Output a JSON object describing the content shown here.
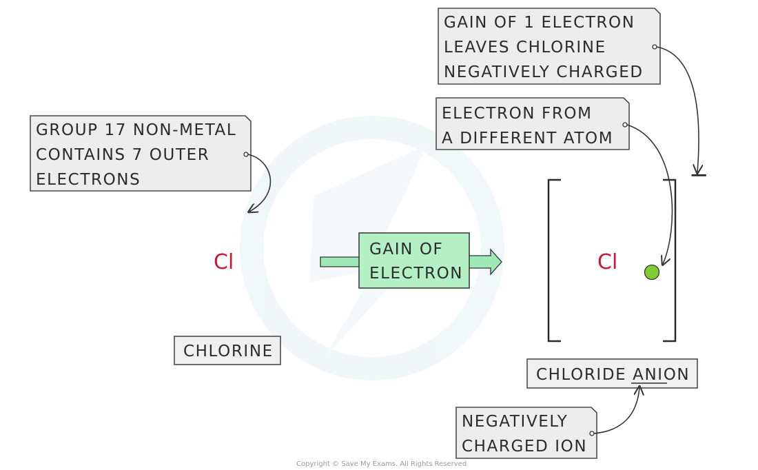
{
  "watermark": {
    "color": "#e9f1f6"
  },
  "atom_left": {
    "symbol": "Cl",
    "label": "CHLORINE",
    "note_lines": [
      "GROUP 17 NON-METAL",
      "CONTAINS 7 OUTER",
      "ELECTRONS"
    ],
    "outer_electrons": 7
  },
  "process": {
    "lines": [
      "GAIN OF",
      "ELECTRON"
    ],
    "fill_color": "#b4f0c4",
    "arrow_color": "#9ee9b6"
  },
  "ion_right": {
    "symbol": "Cl",
    "charge": "−",
    "label": "CHLORIDE ANION",
    "label_underlined": "ANION",
    "gained_electron_color": "#7fcc33",
    "note_charge_lines": [
      "GAIN OF 1 ELECTRON",
      "LEAVES CHLORINE",
      "NEGATIVELY CHARGED"
    ],
    "note_electron_lines": [
      "ELECTRON FROM",
      "A DIFFERENT ATOM"
    ],
    "note_anion_lines": [
      "NEGATIVELY",
      "CHARGED ION"
    ]
  },
  "colors": {
    "cross": "#c8102e",
    "symbol": "#d0143a"
  },
  "copyright": "Copyright © Save My Exams. All Rights Reserved"
}
